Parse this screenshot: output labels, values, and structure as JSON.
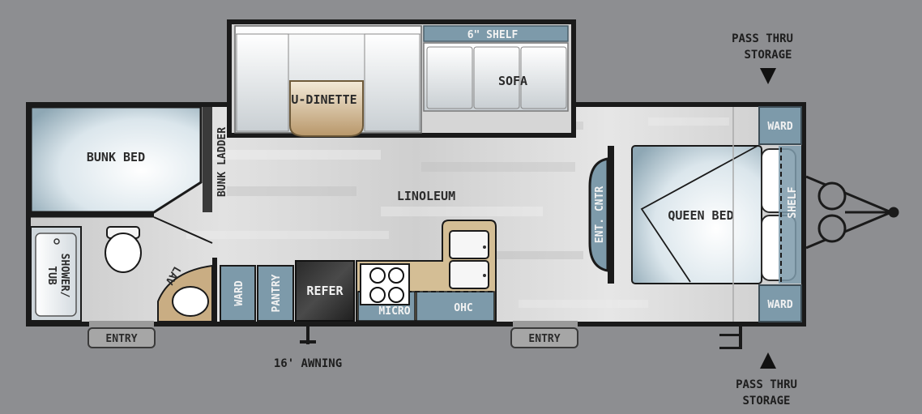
{
  "labels": {
    "u_dinette": "U-DINETTE",
    "shelf_6": "6\" SHELF",
    "sofa": "SOFA",
    "pass_thru_top": [
      "PASS THRU",
      "STORAGE"
    ],
    "ward_top": "WARD",
    "bunk_bed": "BUNK BED",
    "bunk_ladder": "BUNK LADDER",
    "linoleum": "LINOLEUM",
    "ent_cntr": "ENT. CNTR",
    "queen_bed": "QUEEN BED",
    "shelf": "SHELF",
    "shower_tub": [
      "SHOWER/",
      "TUB"
    ],
    "lav": "LAV",
    "ward_bath": "WARD",
    "pantry": "PANTRY",
    "refer": "REFER",
    "micro": "MICRO",
    "ohc": "OHC",
    "ward_bottom": "WARD",
    "entry_left": "ENTRY",
    "entry_right": "ENTRY",
    "awning": "16' AWNING",
    "pass_thru_bottom": [
      "PASS THRU",
      "STORAGE"
    ]
  },
  "colors": {
    "background": "#8d8e91",
    "wall": "#1a1a1a",
    "floor": "#d5d5d5",
    "cabinet_blue": "#7d9aaa",
    "dinette_tan": "#c9ad83",
    "counter_tan": "#d4be95"
  }
}
